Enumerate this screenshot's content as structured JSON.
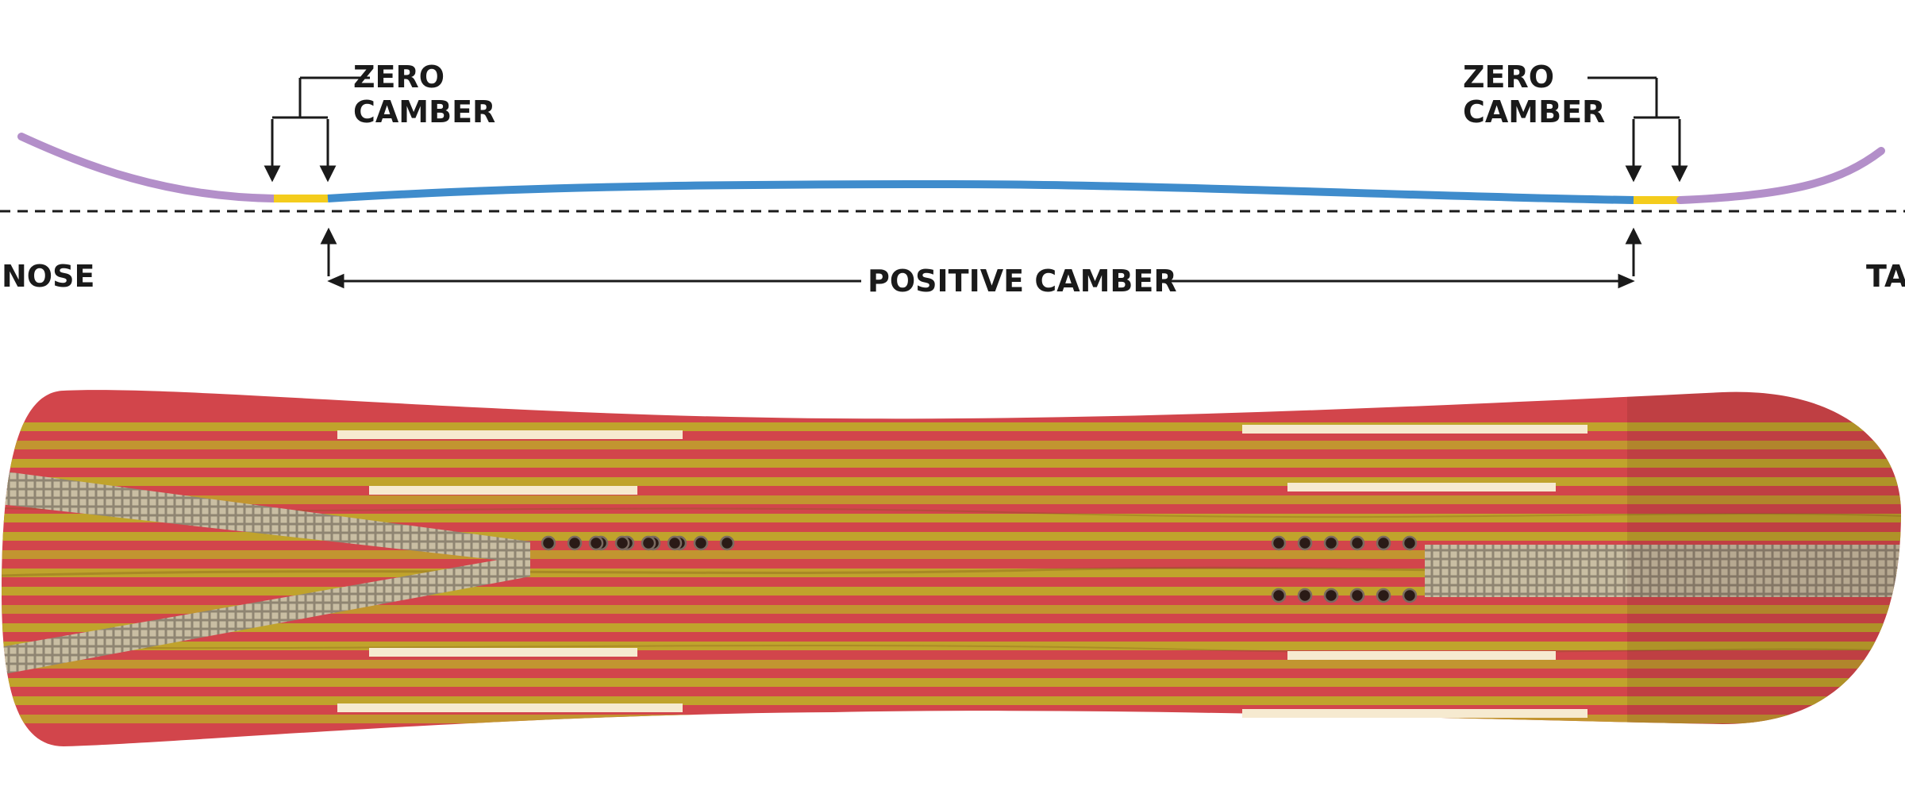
{
  "diagram": {
    "labels": {
      "nose": "NOSE",
      "tail": "TAIL",
      "positive_camber": "POSITIVE CAMBER",
      "zero_camber_left": [
        "ZERO",
        "CAMBER"
      ],
      "zero_camber_right": [
        "ZERO",
        "CAMBER"
      ]
    },
    "colors": {
      "rocker_tip": "#b38fc9",
      "zero_camber": "#f4cc1c",
      "positive_camber": "#3f8ccc",
      "annotation": "#1a1a1a",
      "base_red": "#d2454b",
      "wood_strip": "#c0a32c",
      "sidewall_insert": "#f6ead0",
      "mesh": "#b0a48a"
    },
    "icons": {
      "insert_holes": "insert-hole-icon",
      "mesh_panels": "carbon-mesh-texture"
    }
  }
}
